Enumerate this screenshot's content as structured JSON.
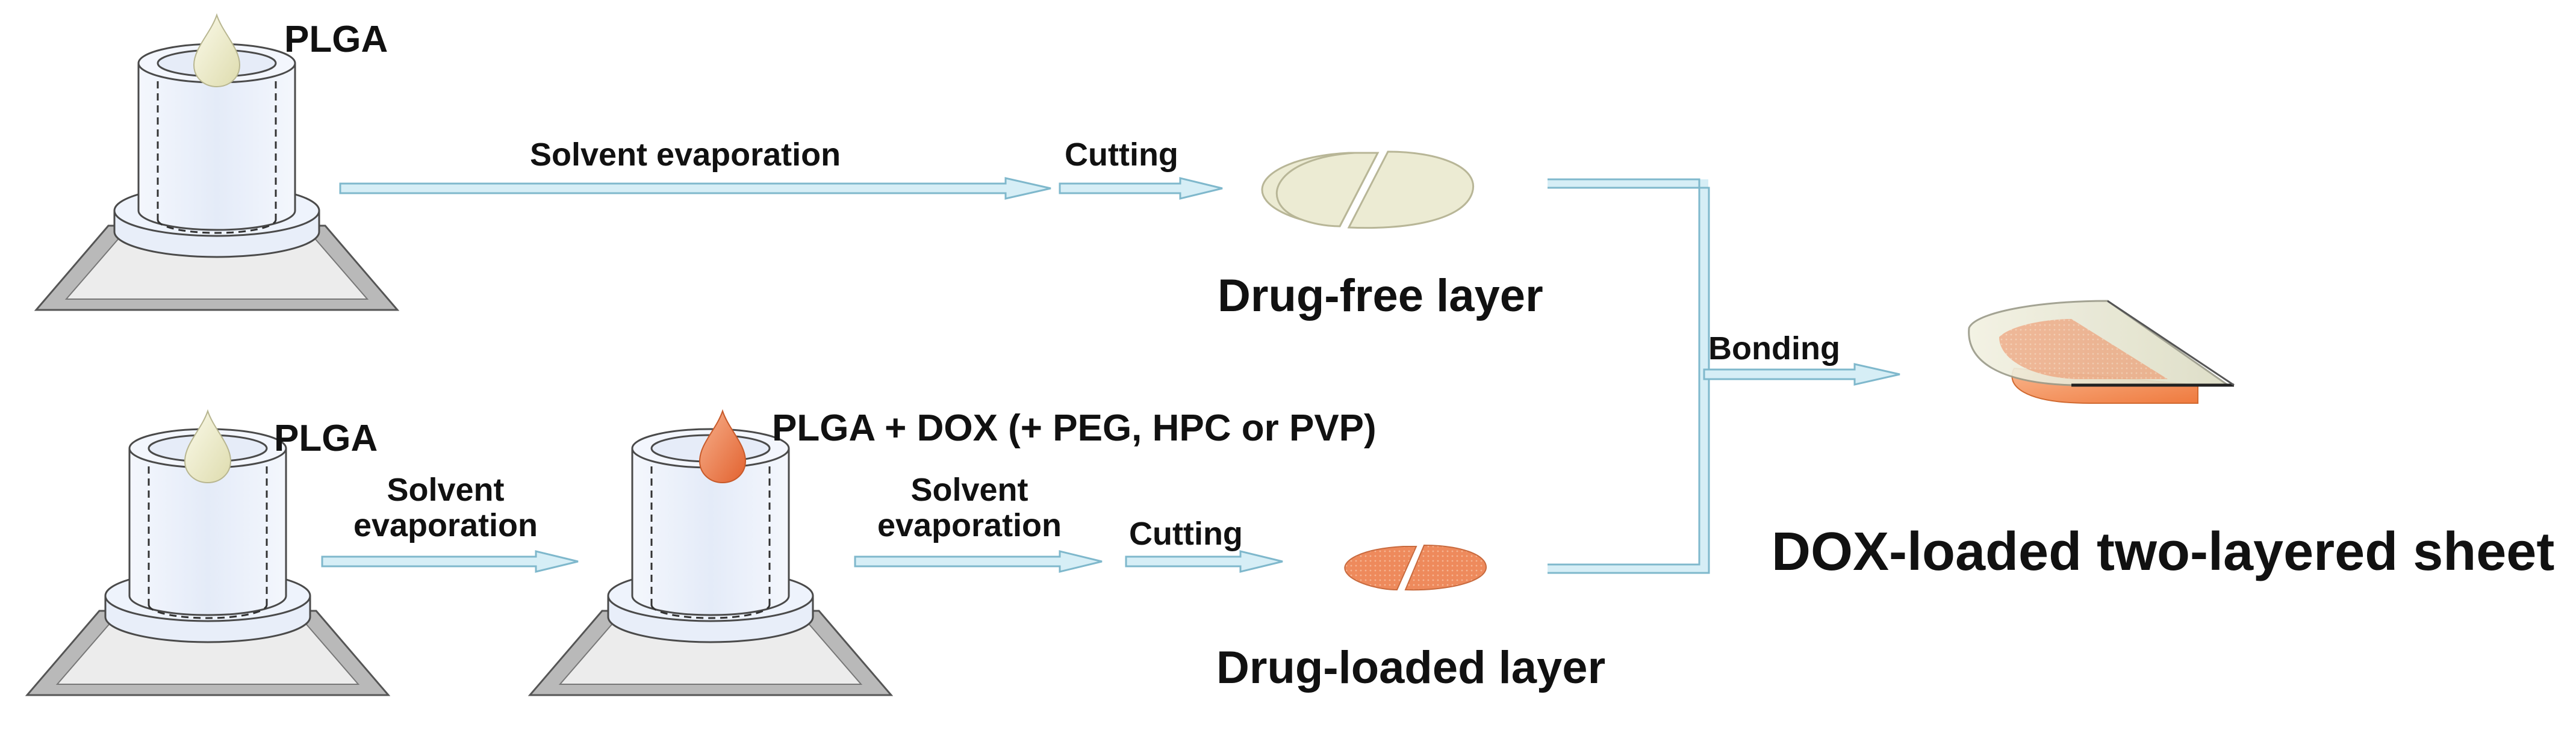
{
  "labels": {
    "plga_top": "PLGA",
    "solvent_evap_top": "Solvent evaporation",
    "cutting_top": "Cutting",
    "drug_free_layer": "Drug-free layer",
    "bonding": "Bonding",
    "plga_bottom": "PLGA",
    "solvent_evap_bottom_1_line1": "Solvent",
    "solvent_evap_bottom_1_line2": "evaporation",
    "plga_dox": "PLGA + DOX (+ PEG, HPC or PVP)",
    "solvent_evap_bottom_2_line1": "Solvent",
    "solvent_evap_bottom_2_line2": "evaporation",
    "cutting_bottom": "Cutting",
    "drug_loaded_layer": "Drug-loaded layer",
    "final_product": "DOX-loaded two-layered sheet"
  },
  "colors": {
    "arrow_fill": "#d6eef6",
    "arrow_stroke": "#7fb8cc",
    "line": "#9fcfdd",
    "drop_plga": "#f2f0cf",
    "drop_dox": "#ef7f4e",
    "disc_free": "#ecebd3",
    "disc_loaded": "#ee8a5c",
    "plate": "#b7b7b7",
    "plate_inner": "#e9e9e9",
    "vessel_fill": "#eaf0fb",
    "vessel_stroke": "#4a4a4a"
  }
}
